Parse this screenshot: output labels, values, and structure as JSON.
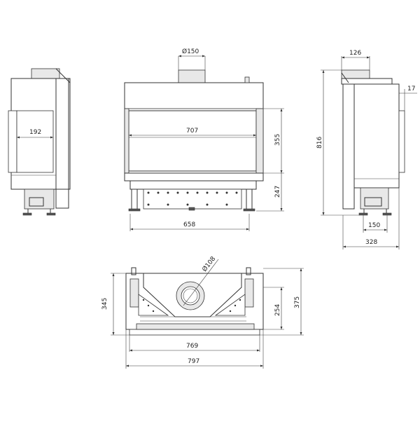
{
  "dimensions": {
    "flue_diameter_front": "Ø150",
    "flue_diameter_top": "Ø108",
    "glass_width": "707",
    "glass_height": "355",
    "base_height": "247",
    "body_width": "658",
    "side_depth": "192",
    "side_flue_offset": "126",
    "side_step": "17",
    "total_height": "816",
    "leg_spacing": "150",
    "side_total_depth": "328",
    "top_depth": "345",
    "top_total_depth": "375",
    "top_inner_depth": "254",
    "top_inner_width": "769",
    "top_total_width": "797"
  }
}
